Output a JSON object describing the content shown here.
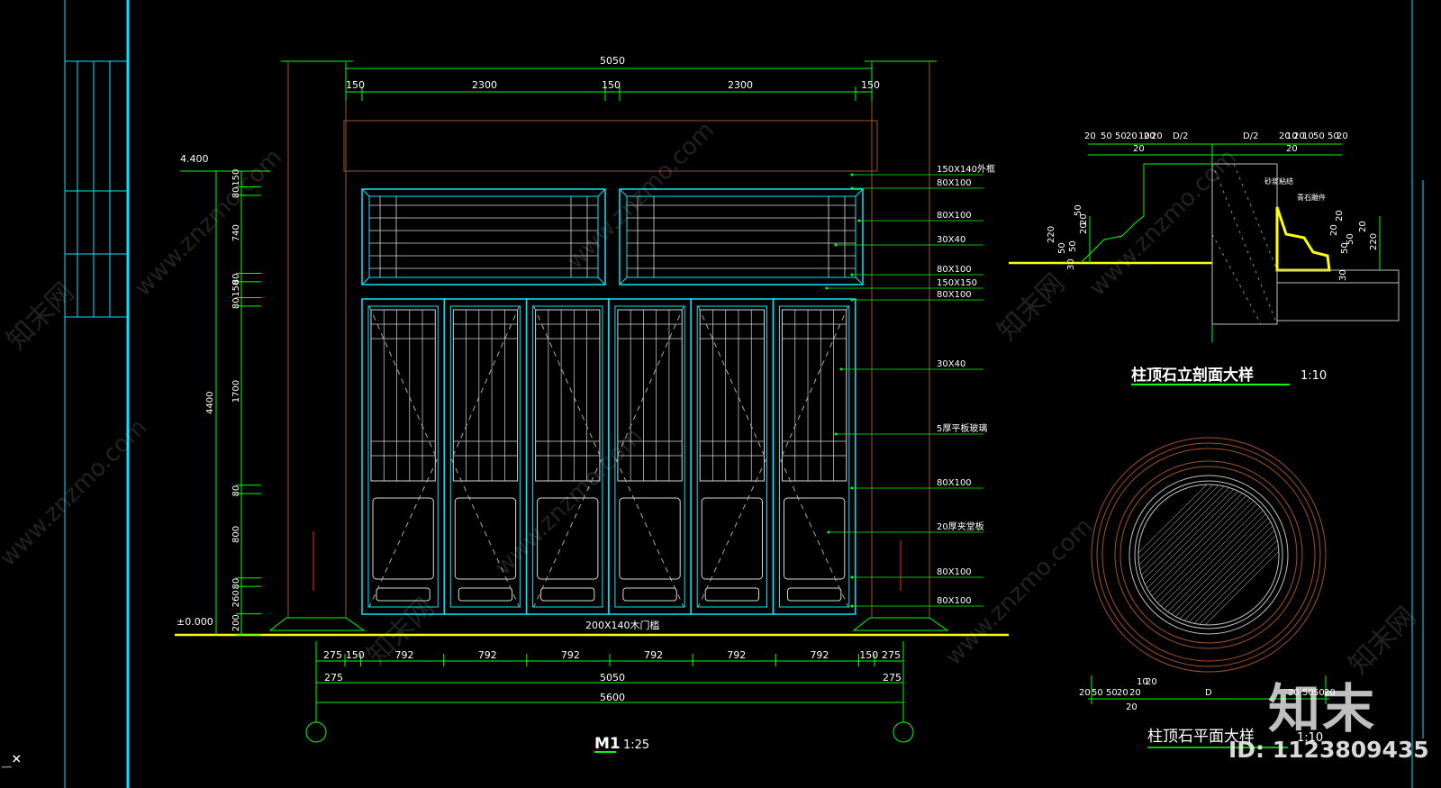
{
  "main_elevation": {
    "overall_top": "5050",
    "top_segments": [
      "150",
      "2300",
      "150",
      "2300",
      "150"
    ],
    "left_top_level": "4.400",
    "left_ground_level": "±0.000",
    "left_heights": [
      "150",
      "80",
      "740",
      "80",
      "150",
      "80",
      "1700",
      "80",
      "800",
      "80",
      "260",
      "200"
    ],
    "total_height": "4400",
    "right_callouts": [
      "150X140外框",
      "80X100",
      "80X100",
      "30X40",
      "80X100",
      "150X150",
      "80X100",
      "30X40",
      "5厚平板玻璃",
      "80X100",
      "20厚夹堂板",
      "80X100",
      "80X100"
    ],
    "bottom_sill": "200X140木门槛",
    "bottom_row1": [
      "275",
      "150",
      "792",
      "792",
      "792",
      "792",
      "792",
      "792",
      "150",
      "275"
    ],
    "bottom_row2": [
      "275",
      "5050",
      "275"
    ],
    "bottom_row3": "5600",
    "title": "M1",
    "scale": "1:25"
  },
  "section_detail": {
    "top_dims": [
      "20",
      "50",
      "50",
      "20",
      "10",
      "20",
      "20",
      "D/2",
      "D/2",
      "20",
      "10",
      "20",
      "10",
      "50",
      "50",
      "20"
    ],
    "top_sub": [
      "20",
      "20"
    ],
    "left_dims": [
      "220",
      "50",
      "50",
      "20",
      "20",
      "50",
      "30"
    ],
    "right_dims": [
      "20",
      "20",
      "50",
      "50",
      "30",
      "220",
      "20"
    ],
    "labels": [
      "砂浆粘结",
      "青石雕件"
    ],
    "title": "柱顶石立剖面大样",
    "scale": "1:10"
  },
  "plan_detail": {
    "bottom_dims": [
      "20",
      "50",
      "50",
      "20",
      "20",
      "10",
      "20",
      "D",
      "20",
      "50",
      "50",
      "20"
    ],
    "sub": "20",
    "title": "柱顶石平面大样",
    "scale": "1:10"
  },
  "watermark": {
    "site": "www.znzmo.com",
    "brand": "知末网",
    "logo": "知末",
    "id": "ID: 1123809435"
  },
  "cursor_text": "_×",
  "colors": {
    "frame": "#00e5ff",
    "dim": "#00ff00",
    "column": "#a0522d",
    "ground": "#ffff00",
    "mullion": "#00cfe0"
  }
}
